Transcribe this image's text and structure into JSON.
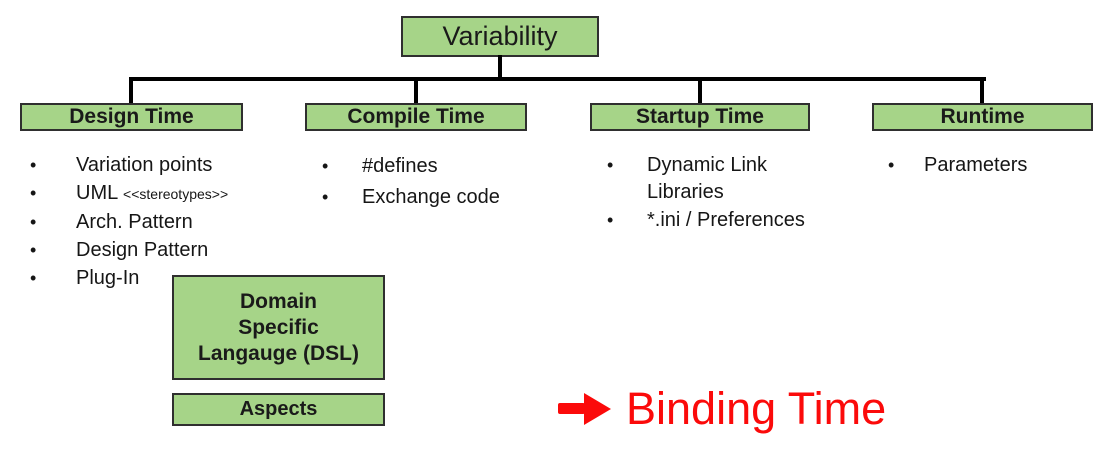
{
  "diagram": {
    "bullet": "•",
    "root": {
      "label": "Variability"
    },
    "branches": [
      {
        "label": "Design Time",
        "items": [
          {
            "text": "Variation points"
          },
          {
            "text": "UML ",
            "small": "<<stereotypes>>"
          },
          {
            "text": "Arch. Pattern"
          },
          {
            "text": "Design Pattern"
          },
          {
            "text": "Plug-In"
          }
        ]
      },
      {
        "label": "Compile Time",
        "items": [
          {
            "text": "#defines"
          },
          {
            "text": "Exchange code"
          }
        ]
      },
      {
        "label": "Startup Time",
        "items": [
          {
            "text": "Dynamic Link Libraries"
          },
          {
            "text": "*.ini / Preferences"
          }
        ]
      },
      {
        "label": "Runtime",
        "items": [
          {
            "text": "Parameters"
          }
        ]
      }
    ],
    "design_sub_boxes": {
      "dsl": {
        "label": "Domain Specific Langauge (DSL)",
        "lines": [
          "Domain",
          "Specific",
          "Langauge (DSL)"
        ]
      },
      "aspects": {
        "label": "Aspects"
      }
    },
    "caption": {
      "icon": "arrow-right-icon",
      "text": "Binding Time"
    },
    "colors": {
      "box_fill": "#a6d488",
      "box_border": "#2f2f2f",
      "connector": "#000000",
      "caption_red": "#fb0a0a"
    }
  }
}
